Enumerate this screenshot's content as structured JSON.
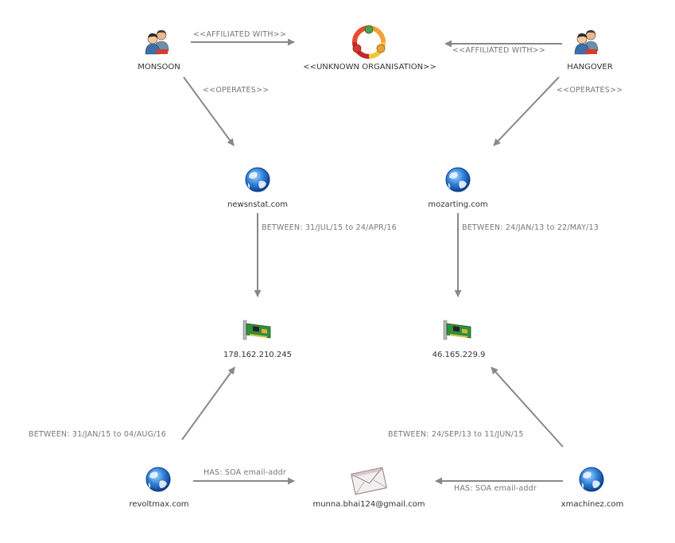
{
  "nodes": {
    "monsoon": {
      "label": "MONSOON",
      "icon": "group-icon"
    },
    "unknown_org": {
      "label": "<<UNKNOWN ORGANISATION>>",
      "icon": "organisation-icon"
    },
    "hangover": {
      "label": "HANGOVER",
      "icon": "group-icon"
    },
    "newsnstat": {
      "label": "newsnstat.com",
      "icon": "globe-icon"
    },
    "mozarting": {
      "label": "mozarting.com",
      "icon": "globe-icon"
    },
    "ip1": {
      "label": "178.162.210.245",
      "icon": "network-card-icon"
    },
    "ip2": {
      "label": "46.165.229.9",
      "icon": "network-card-icon"
    },
    "revoltmax": {
      "label": "revoltmax.com",
      "icon": "globe-icon"
    },
    "email": {
      "label": "munna.bhai124@gmail.com",
      "icon": "envelope-icon"
    },
    "xmachinez": {
      "label": "xmachinez.com",
      "icon": "globe-icon"
    }
  },
  "edges": {
    "monsoon_affiliated": {
      "label": "<<AFFILIATED WITH>>"
    },
    "hangover_affiliated": {
      "label": "<<AFFILIATED WITH>>"
    },
    "monsoon_operates": {
      "label": "<<OPERATES>>"
    },
    "hangover_operates": {
      "label": "<<OPERATES>>"
    },
    "newsnstat_between": {
      "label": "BETWEEN: 31/JUL/15 to 24/APR/16"
    },
    "mozarting_between": {
      "label": "BETWEEN: 24/JAN/13 to 22/MAY/13"
    },
    "revoltmax_between": {
      "label": "BETWEEN: 31/JAN/15 to 04/AUG/16"
    },
    "xmachinez_between": {
      "label": "BETWEEN: 24/SEP/13 to 11/JUN/15"
    },
    "revoltmax_has": {
      "label": "HAS: SOA email-addr"
    },
    "xmachinez_has": {
      "label": "HAS: SOA email-addr"
    }
  },
  "colors": {
    "edge": "#888888",
    "edge_label": "#777777",
    "node_label": "#333333"
  }
}
